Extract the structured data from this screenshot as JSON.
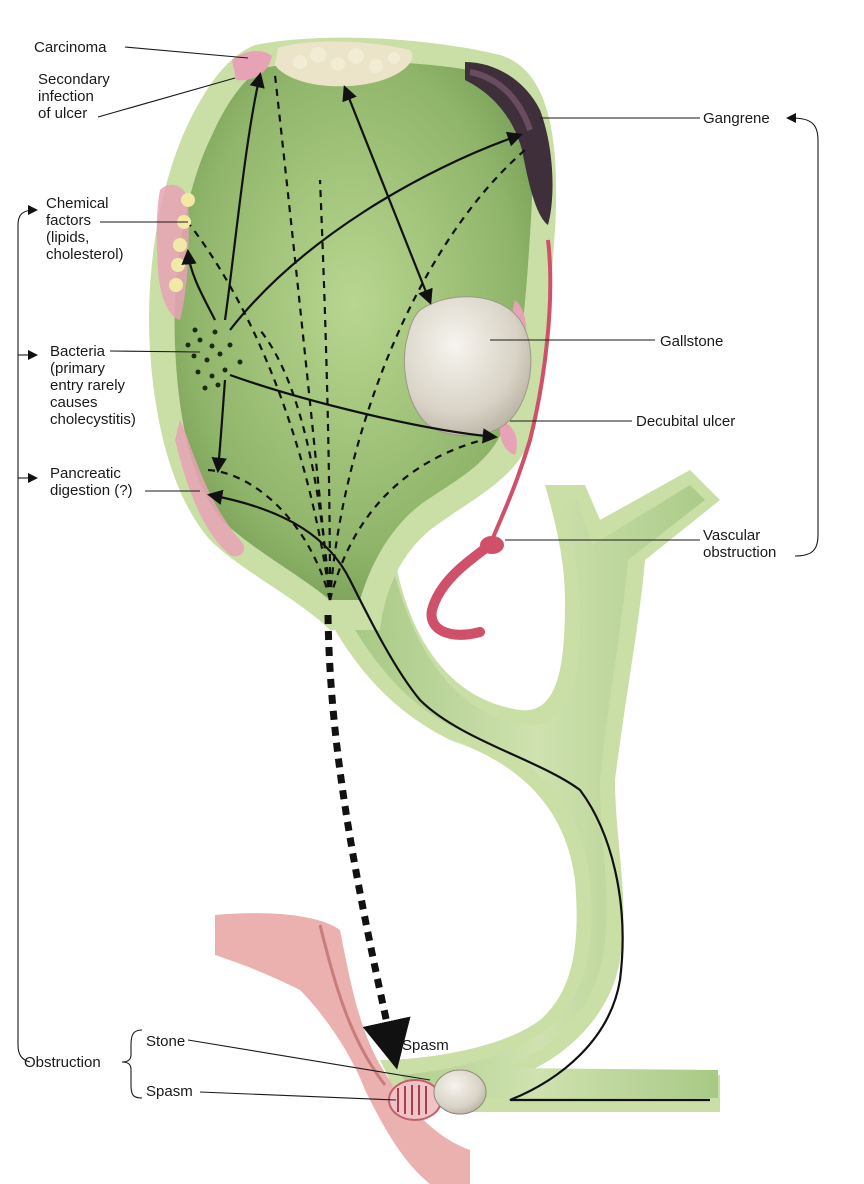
{
  "labels": {
    "carcinoma": "Carcinoma",
    "secondary_infection": [
      "Secondary",
      "infection",
      "of ulcer"
    ],
    "chemical_factors": [
      "Chemical",
      "factors",
      "(lipids,",
      "cholesterol)"
    ],
    "bacteria": [
      "Bacteria",
      "(primary",
      "entry rarely",
      "causes",
      "cholecystitis)"
    ],
    "pancreatic": [
      "Pancreatic",
      "digestion (?)"
    ],
    "obstruction": "Obstruction",
    "stone": "Stone",
    "spasm_left": "Spasm",
    "spasm_top": "Spasm",
    "gangrene": "Gangrene",
    "gallstone": "Gallstone",
    "decubital_ulcer": "Decubital ulcer",
    "vascular_obstruction": [
      "Vascular",
      "obstruction"
    ]
  },
  "colors": {
    "wall": "#c9dfa6",
    "lumen": "#8fb56a",
    "lumen_dark": "#6f9650",
    "duct": "#b9d493",
    "stone": "#e4e0d6",
    "gangrene": "#3e2f3a",
    "vessel": "#d0506a",
    "duodenum": "#e8a7a4"
  }
}
